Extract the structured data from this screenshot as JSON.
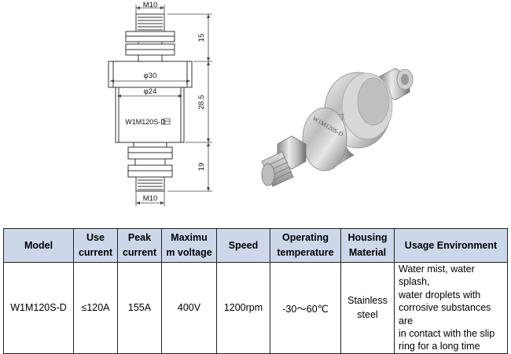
{
  "drawing": {
    "top_thread": "M10",
    "bottom_thread": "M10",
    "outer_diameter": "φ30",
    "body_diameter": "φ24",
    "dim_top_height": "15",
    "dim_body_height": "28.5",
    "dim_bottom_height": "19",
    "model_engraving": "W1M120S-D"
  },
  "photo": {
    "engraving_text": "W1M120S-D"
  },
  "table": {
    "headers": [
      {
        "line1": "Model",
        "line2": ""
      },
      {
        "line1": "Use",
        "line2": "current"
      },
      {
        "line1": "Peak",
        "line2": "current"
      },
      {
        "line1": "Maximu",
        "line2": "m voltage"
      },
      {
        "line1": "Speed",
        "line2": ""
      },
      {
        "line1": "Operating",
        "line2": "temperature"
      },
      {
        "line1": "Housing",
        "line2": "Material"
      },
      {
        "line1": "Usage Environment",
        "line2": ""
      }
    ],
    "row": {
      "model": "W1M120S-D",
      "use_current": "≤120A",
      "peak_current": "155A",
      "max_voltage": "400V",
      "speed": "1200rpm",
      "temperature": "-30～60℃",
      "housing_line1": "Stainless",
      "housing_line2": "steel",
      "usage_line1": "Water mist, water splash,",
      "usage_line2": "water droplets with",
      "usage_line3": "corrosive substances are",
      "usage_line4": "in contact with the slip",
      "usage_line5": "ring for a long time"
    }
  },
  "colors": {
    "header_bg": "#cdd7ea",
    "line": "#222222"
  }
}
